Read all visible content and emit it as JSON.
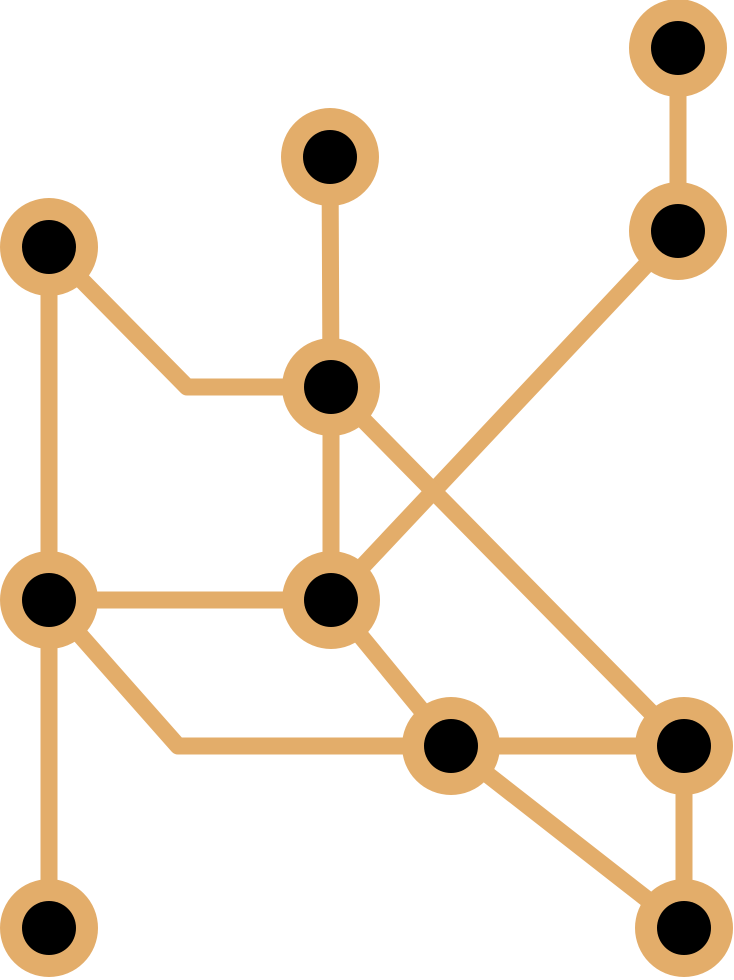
{
  "diagram": {
    "kind": "node-network-icon",
    "colors": {
      "background": "#ffffff",
      "edge": "#E3AD6A",
      "node_ring": "#E3AD6A",
      "node_core": "#000000"
    },
    "nodes": [
      {
        "id": "top-right"
      },
      {
        "id": "top-center"
      },
      {
        "id": "upper-right"
      },
      {
        "id": "upper-left"
      },
      {
        "id": "center-upper"
      },
      {
        "id": "middle-left"
      },
      {
        "id": "center-lower"
      },
      {
        "id": "lower-center"
      },
      {
        "id": "lower-right"
      },
      {
        "id": "bottom-left"
      },
      {
        "id": "bottom-right"
      }
    ],
    "edges": [
      {
        "from": "top-right",
        "to": "upper-right"
      },
      {
        "from": "top-center",
        "to": "center-upper"
      },
      {
        "from": "upper-left",
        "to": "center-upper"
      },
      {
        "from": "upper-left",
        "to": "middle-left"
      },
      {
        "from": "upper-right",
        "to": "center-lower"
      },
      {
        "from": "center-upper",
        "to": "center-lower"
      },
      {
        "from": "center-upper",
        "to": "lower-right"
      },
      {
        "from": "middle-left",
        "to": "center-lower"
      },
      {
        "from": "middle-left",
        "to": "bottom-left"
      },
      {
        "from": "middle-left",
        "to": "lower-center"
      },
      {
        "from": "center-lower",
        "to": "lower-center"
      },
      {
        "from": "lower-center",
        "to": "lower-right"
      },
      {
        "from": "lower-center",
        "to": "bottom-right"
      },
      {
        "from": "lower-right",
        "to": "bottom-right"
      }
    ]
  }
}
